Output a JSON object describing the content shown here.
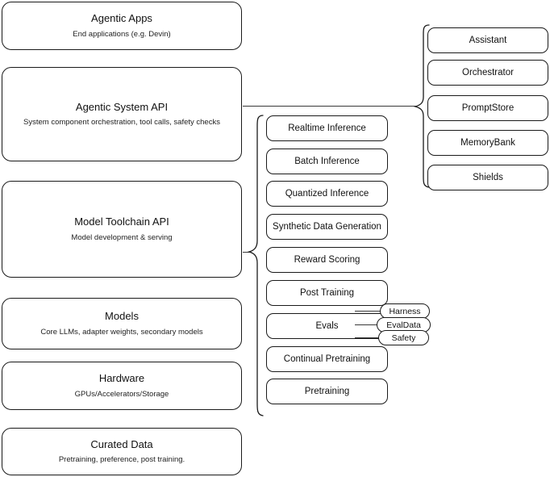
{
  "diagram": {
    "type": "layered-architecture-diagram",
    "layers": [
      {
        "title": "Agentic Apps",
        "subtitle": "End applications (e.g. Devin)"
      },
      {
        "title": "Agentic System API",
        "subtitle": "System component orchestration, tool calls, safety checks"
      },
      {
        "title": "Model Toolchain API",
        "subtitle": "Model development & serving"
      },
      {
        "title": "Models",
        "subtitle": "Core LLMs, adapter weights, secondary models"
      },
      {
        "title": "Hardware",
        "subtitle": "GPUs/Accelerators/Storage"
      },
      {
        "title": "Curated Data",
        "subtitle": "Pretraining, preference, post training."
      }
    ],
    "toolchain_capabilities": [
      "Realtime Inference",
      "Batch Inference",
      "Quantized Inference",
      "Synthetic Data Generation",
      "Reward Scoring",
      "Post Training",
      "Evals",
      "Continual Pretraining",
      "Pretraining"
    ],
    "agentic_components": [
      "Assistant",
      "Orchestrator",
      "PromptStore",
      "MemoryBank",
      "Shields"
    ],
    "evals_subitems": [
      "Harness",
      "EvalData",
      "Safety"
    ],
    "colors": {
      "stroke": "#1a1a1a",
      "connector": "#3a3a3a",
      "background": "#ffffff",
      "text": "#111111"
    }
  }
}
